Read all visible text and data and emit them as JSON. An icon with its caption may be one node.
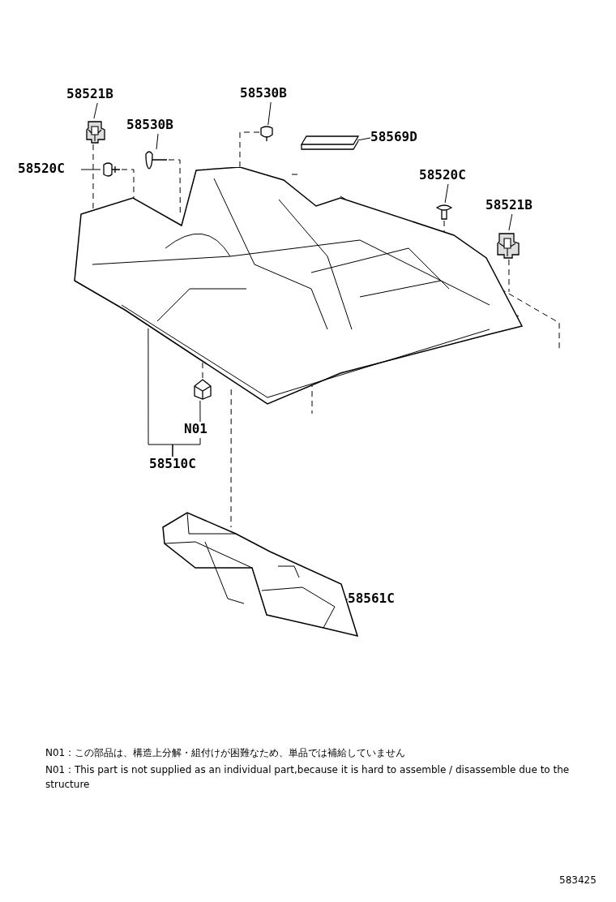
{
  "diagram": {
    "nodes": [
      {
        "text": [
          "58521B"
        ]
      },
      {
        "text": [],
        "shape": "picture"
      },
      {
        "text": [
          "58530B"
        ]
      },
      {
        "text": [],
        "shape": "picture"
      },
      {
        "text": [
          "58520C"
        ]
      },
      {
        "text": [],
        "shape": "picture"
      },
      {
        "text": [
          "58530B"
        ]
      },
      {
        "text": [],
        "shape": "picture"
      },
      {
        "text": [
          "58569D"
        ]
      },
      {
        "text": [],
        "shape": "picture"
      },
      {
        "text": [
          "58520C"
        ]
      },
      {
        "text": [],
        "shape": "picture"
      },
      {
        "text": [
          "58521B"
        ]
      },
      {
        "text": [],
        "shape": "picture"
      },
      {
        "text": [],
        "shape": "picture"
      },
      {
        "text": [
          "N01"
        ]
      },
      {
        "text": [],
        "shape": "picture"
      },
      {
        "text": [
          "58510C"
        ]
      },
      {
        "text": [],
        "shape": "picture"
      },
      {
        "text": [
          "58561C"
        ]
      }
    ],
    "edges": [
      {
        "from": 0,
        "to": 1,
        "arrow": "none"
      },
      {
        "from": 2,
        "to": 3,
        "arrow": "none"
      },
      {
        "from": 4,
        "to": 5,
        "arrow": "none"
      },
      {
        "from": 6,
        "to": 7,
        "arrow": "none"
      },
      {
        "from": 8,
        "to": 9,
        "arrow": "none"
      },
      {
        "from": 10,
        "to": 11,
        "arrow": "none"
      },
      {
        "from": 12,
        "to": 13,
        "arrow": "none"
      },
      {
        "from": 15,
        "to": 16,
        "arrow": "none"
      },
      {
        "from": 17,
        "to": 14,
        "arrow": "none"
      },
      {
        "from": 17,
        "to": 15,
        "arrow": "none"
      },
      {
        "from": 19,
        "to": 18,
        "arrow": "none"
      },
      {
        "from": 1,
        "to": 14,
        "arrow": "none",
        "style": "dashed"
      },
      {
        "from": 3,
        "to": 14,
        "arrow": "none",
        "style": "dashed"
      },
      {
        "from": 5,
        "to": 14,
        "arrow": "none",
        "style": "dashed"
      },
      {
        "from": 7,
        "to": 14,
        "arrow": "none",
        "style": "dashed"
      },
      {
        "from": 11,
        "to": 14,
        "arrow": "none",
        "style": "dashed"
      },
      {
        "from": 13,
        "to": 14,
        "arrow": "none",
        "style": "dashed"
      },
      {
        "from": 16,
        "to": 14,
        "arrow": "none",
        "style": "dashed"
      },
      {
        "from": 14,
        "to": 18,
        "arrow": "none",
        "style": "dashed"
      }
    ],
    "labels": [
      "N01 : この部品は、構造上分解・組付けが困難なため、単品では補給していません",
      "N01 : This part is not supplied as an individual part,because it is hard to assemble / disassemble due to the structure",
      "583425"
    ]
  }
}
